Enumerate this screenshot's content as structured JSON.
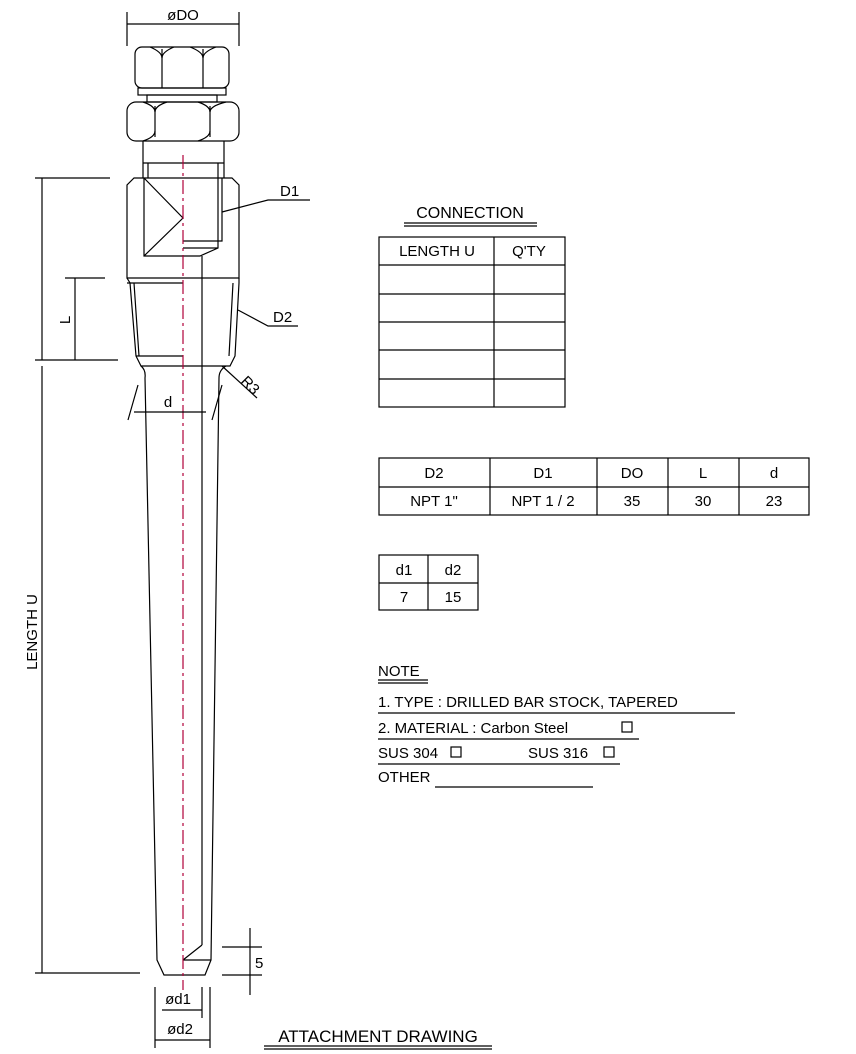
{
  "drawing": {
    "title": "ATTACHMENT DRAWING",
    "dimensions": {
      "do": "øDO",
      "d1_leader": "D1",
      "d2_leader": "D2",
      "r3": "R3",
      "d": "d",
      "l": "L",
      "length_u": "LENGTH U",
      "tip": "5",
      "od1": "ød1",
      "od2": "ød2"
    },
    "centerline_color": "#b0003a"
  },
  "connection": {
    "title": "CONNECTION",
    "headers": [
      "LENGTH U",
      "Q'TY"
    ],
    "rows": [
      [
        "",
        ""
      ],
      [
        "",
        ""
      ],
      [
        "",
        ""
      ],
      [
        "",
        ""
      ],
      [
        "",
        ""
      ]
    ]
  },
  "spec_table": {
    "headers": [
      "D2",
      "D1",
      "DO",
      "L",
      "d"
    ],
    "values": [
      "NPT 1\"",
      "NPT 1 / 2",
      "35",
      "30",
      "23"
    ]
  },
  "bore_table": {
    "headers": [
      "d1",
      "d2"
    ],
    "values": [
      "7",
      "15"
    ]
  },
  "notes": {
    "title": "NOTE",
    "line1": "1. TYPE : DRILLED BAR STOCK, TAPERED",
    "line2": "2. MATERIAL : Carbon Steel",
    "sus304": "SUS 304",
    "sus316": "SUS 316",
    "other": "OTHER"
  }
}
